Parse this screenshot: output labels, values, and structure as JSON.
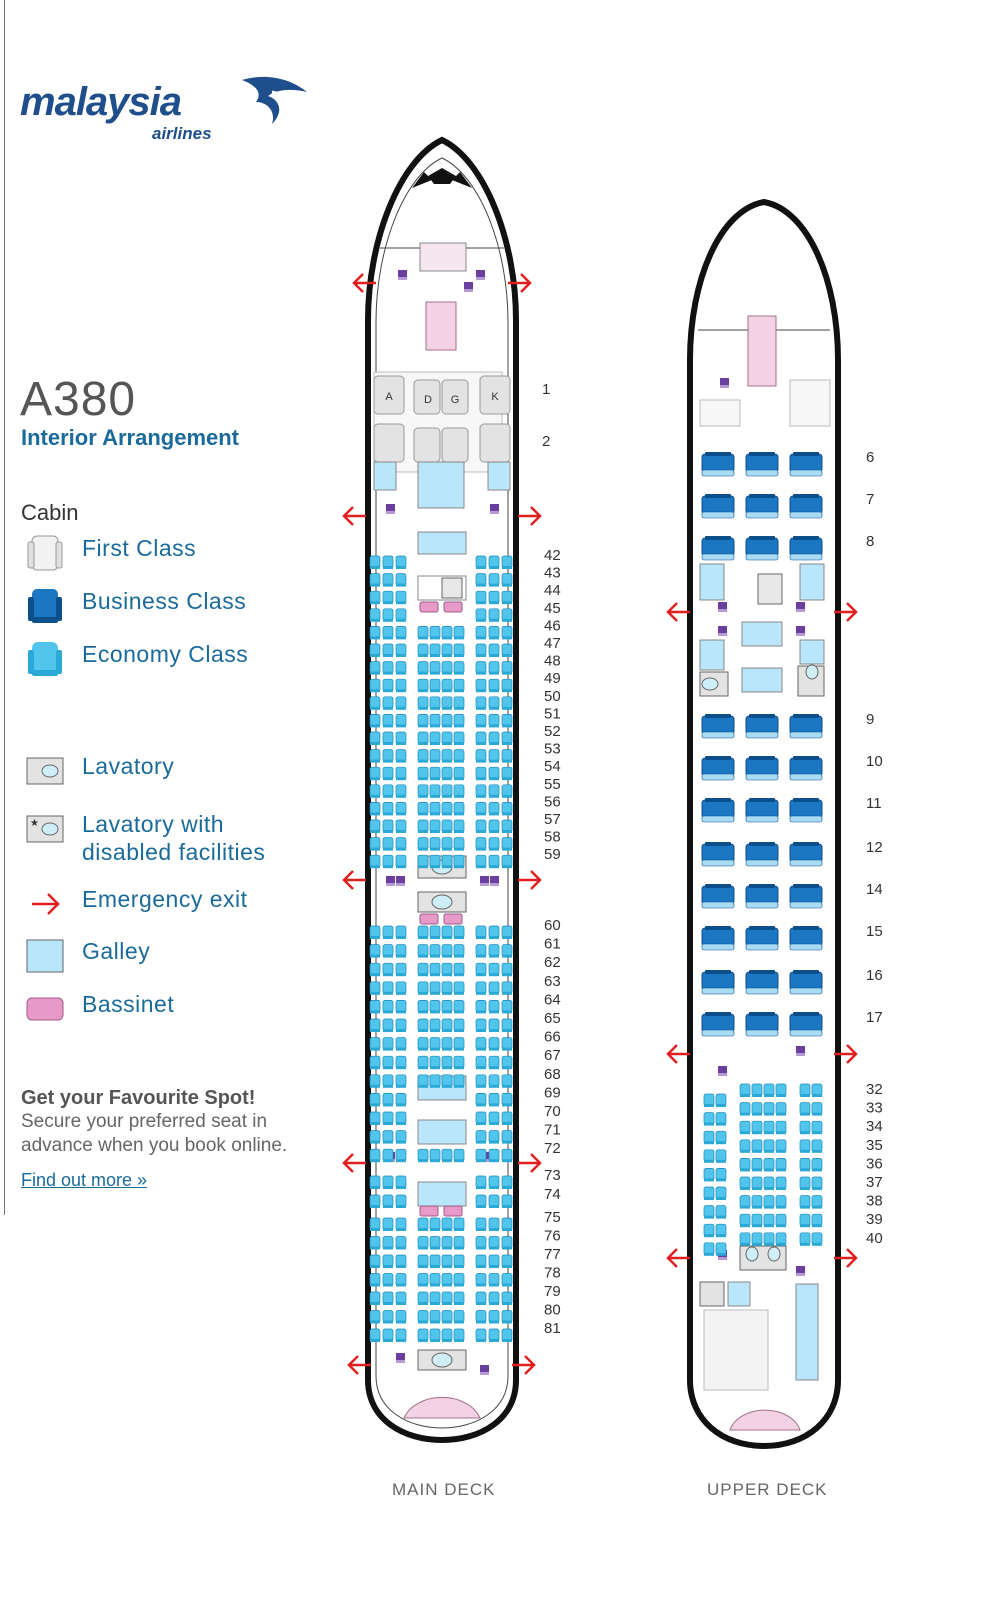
{
  "brand": {
    "name": "malaysia",
    "sub": "airlines",
    "color": "#1e4e8c"
  },
  "header": {
    "model": "A380",
    "subtitle": "Interior Arrangement"
  },
  "legend": {
    "title": "Cabin",
    "items": [
      {
        "label": "First Class",
        "icon": "first-class-seat-icon",
        "color": "#e0e0e0"
      },
      {
        "label": "Business Class",
        "icon": "business-class-seat-icon",
        "color": "#1b77c2"
      },
      {
        "label": "Economy Class",
        "icon": "economy-class-seat-icon",
        "color": "#52c5ec"
      },
      {
        "label": "Lavatory",
        "icon": "lavatory-icon",
        "color": "#d9d9d9"
      },
      {
        "label": "Lavatory with\ndisabled facilities",
        "icon": "disabled-lavatory-icon",
        "color": "#d9d9d9"
      },
      {
        "label": "Emergency exit",
        "icon": "emergency-exit-arrow-icon",
        "color": "#e02020"
      },
      {
        "label": "Galley",
        "icon": "galley-icon",
        "color": "#b9e6fa"
      },
      {
        "label": "Bassinet",
        "icon": "bassinet-icon",
        "color": "#e79ac8"
      }
    ]
  },
  "promo": {
    "title": "Get your Favourite Spot!",
    "text": "Secure your preferred seat in advance when you book online.",
    "link": "Find out more »"
  },
  "decks": {
    "main": {
      "label": "MAIN DECK",
      "first_rows": [
        "1",
        "2"
      ],
      "first_seat_letters": [
        "A",
        "D",
        "G",
        "K"
      ],
      "economy_rows": [
        "42",
        "43",
        "44",
        "45",
        "46",
        "47",
        "48",
        "49",
        "50",
        "51",
        "52",
        "53",
        "54",
        "55",
        "56",
        "57",
        "58",
        "59",
        "60",
        "61",
        "62",
        "63",
        "64",
        "65",
        "66",
        "67",
        "68",
        "69",
        "70",
        "71",
        "72",
        "73",
        "74",
        "75",
        "76",
        "77",
        "78",
        "79",
        "80",
        "81"
      ]
    },
    "upper": {
      "label": "UPPER DECK",
      "business_rows": [
        "6",
        "7",
        "8",
        "9",
        "10",
        "11",
        "12",
        "14",
        "15",
        "16",
        "17"
      ],
      "economy_rows": [
        "32",
        "33",
        "34",
        "35",
        "36",
        "37",
        "38",
        "39",
        "40"
      ]
    }
  },
  "colors": {
    "economy": "#52c5ec",
    "business": "#1b77c2",
    "galley": "#b9e6fa",
    "bassinet": "#e79ac8",
    "exit": "#e02020",
    "lavatory_unit": "#6a3fa0"
  }
}
